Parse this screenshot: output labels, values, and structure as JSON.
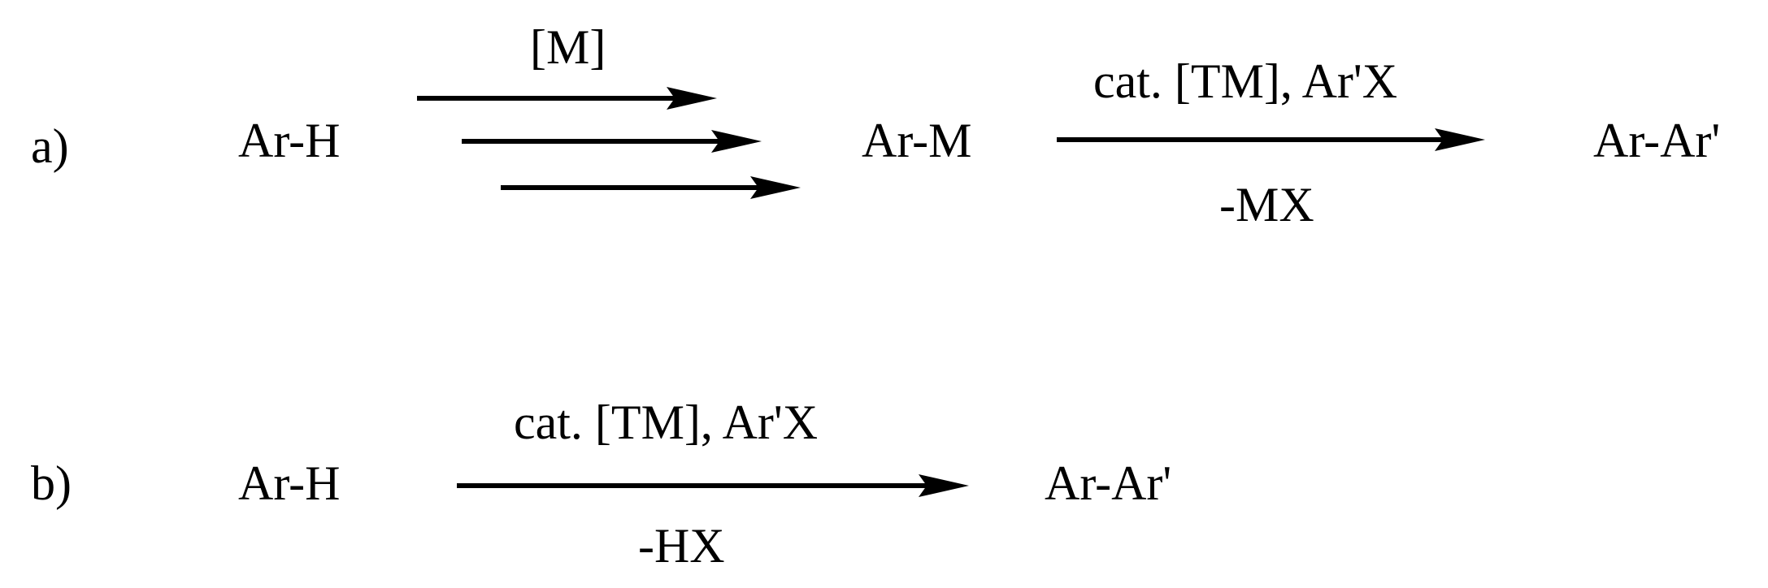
{
  "scheme_a": {
    "label": "a)",
    "reactant": "Ar-H",
    "step1_reagent": "[M]",
    "intermediate": "Ar-M",
    "step2_reagent": "cat. [TM], Ar'X",
    "step2_byproduct": "-MX",
    "product": "Ar-Ar'"
  },
  "scheme_b": {
    "label": "b)",
    "reactant": "Ar-H",
    "reagent": "cat. [TM], Ar'X",
    "byproduct": "-HX",
    "product": "Ar-Ar'"
  },
  "colors": {
    "ink": "#000000",
    "background": "#ffffff"
  }
}
